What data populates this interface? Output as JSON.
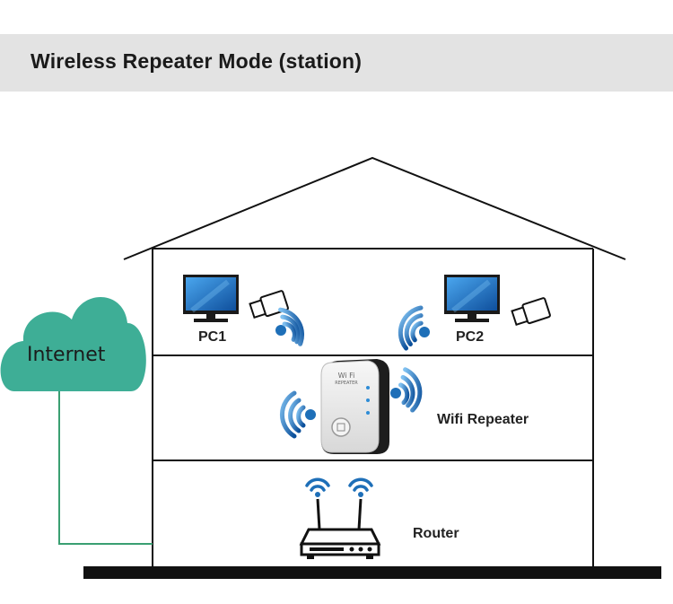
{
  "header": {
    "title": "Wireless Repeater Mode (station)"
  },
  "labels": {
    "internet": "Internet",
    "pc1": "PC1",
    "pc2": "PC2",
    "repeater": "Wifi Repeater",
    "router": "Router"
  },
  "repeater_device": {
    "brand_text": "Wi Fi",
    "sub_text": "REPEATER"
  },
  "colors": {
    "header_bg": "#e3e3e3",
    "cloud": "#3eae96",
    "cable": "#3a9f72",
    "wifi_signal": "#1e6fb8",
    "house_line": "#111111",
    "ground": "#111111"
  },
  "icons": [
    "cloud-icon",
    "monitor-icon",
    "usb-adapter-icon",
    "wifi-signal-icon",
    "repeater-device-icon",
    "router-icon"
  ]
}
